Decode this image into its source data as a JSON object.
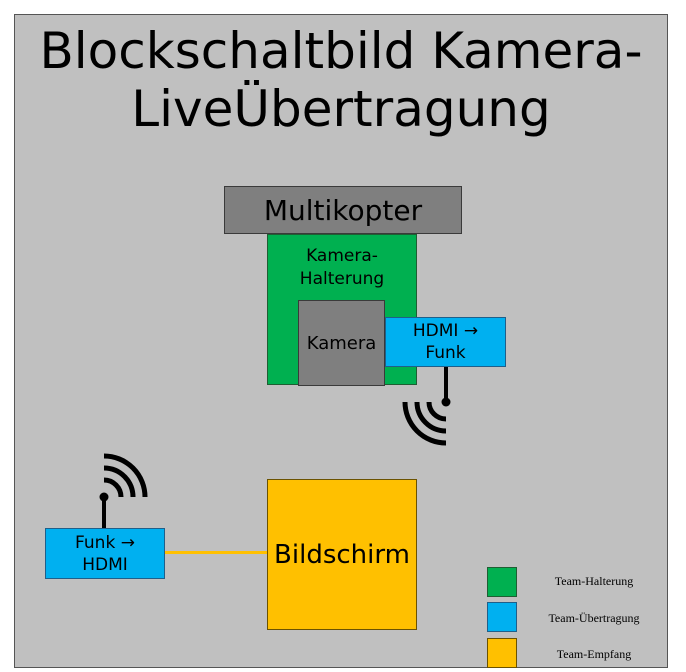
{
  "diagram": {
    "title": "Blockschaltbild Kamera-LiveÜbertragung",
    "blocks": {
      "multikopter": "Multikopter",
      "kamera_halterung": "Kamera-Halterung",
      "kamera": "Kamera",
      "hdmi_funk": "HDMI →\nFunk",
      "funk_hdmi": "Funk →\nHDMI",
      "bildschirm": "Bildschirm"
    },
    "legend": [
      {
        "label": "Team-Halterung",
        "color": "#00b050"
      },
      {
        "label": "Team-Übertragung",
        "color": "#00b0f0"
      },
      {
        "label": "Team-Empfang",
        "color": "#ffc000"
      }
    ],
    "colors": {
      "background": "#c0c0c0",
      "grey_block": "#7f7f7f",
      "halterung": "#00b050",
      "uebertragung": "#00b0f0",
      "empfang": "#ffc000"
    },
    "icons": {
      "transmitter": "wireless-antenna-icon",
      "receiver": "wireless-antenna-icon"
    }
  }
}
